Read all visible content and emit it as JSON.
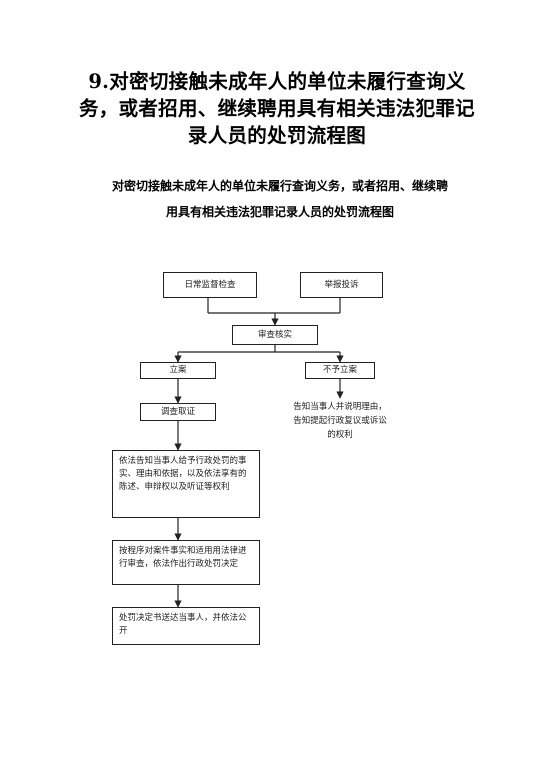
{
  "page_title": "9.对密切接触未成年人的单位未履行查询义务，或者招用、继续聘用具有相关违法犯罪记录人员的处罚流程图",
  "chart_title": {
    "line1": "对密切接触未成年人的单位未履行查询义务，或者招用、继续聘",
    "line2": "用具有相关违法犯罪记录人员的处罚流程图"
  },
  "nodes": {
    "daily_inspection": "日常监督检查",
    "report_complaint": "举报投诉",
    "review_verify": "审查核实",
    "file_case": "立案",
    "not_file_case": "不予立案",
    "investigate": "调查取证",
    "notify_explain": "告知当事人并说明理由，告知提起行政复议或诉讼的权利",
    "notify_penalty": "依法告知当事人给予行政处罚的事实、理由和依据，以及依法享有的陈述、申辩权以及听证等权利",
    "review_decide": "按程序对案件事实和适用用法律进行审查，依法作出行政处罚决定",
    "deliver_publish": "处罚决定书送达当事人，并依法公开"
  }
}
